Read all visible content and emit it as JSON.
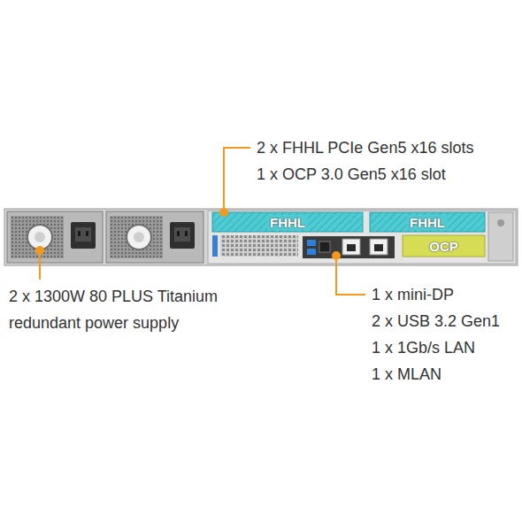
{
  "diagram": {
    "nodes": [
      {
        "text": [
          "FHHL"
        ]
      },
      {
        "text": [
          "FHHL"
        ]
      },
      {
        "text": [
          "OCP"
        ]
      }
    ],
    "labels": [
      "2 x FHHL PCIe Gen5 x16 slots",
      "1 x OCP 3.0 Gen5 x16 slot",
      "2 x 1300W 80 PLUS Titanium redundant power supply",
      "1 x mini-DP",
      "2 x USB 3.2 Gen1",
      "1 x 1Gb/s LAN",
      "1 x MLAN"
    ]
  }
}
